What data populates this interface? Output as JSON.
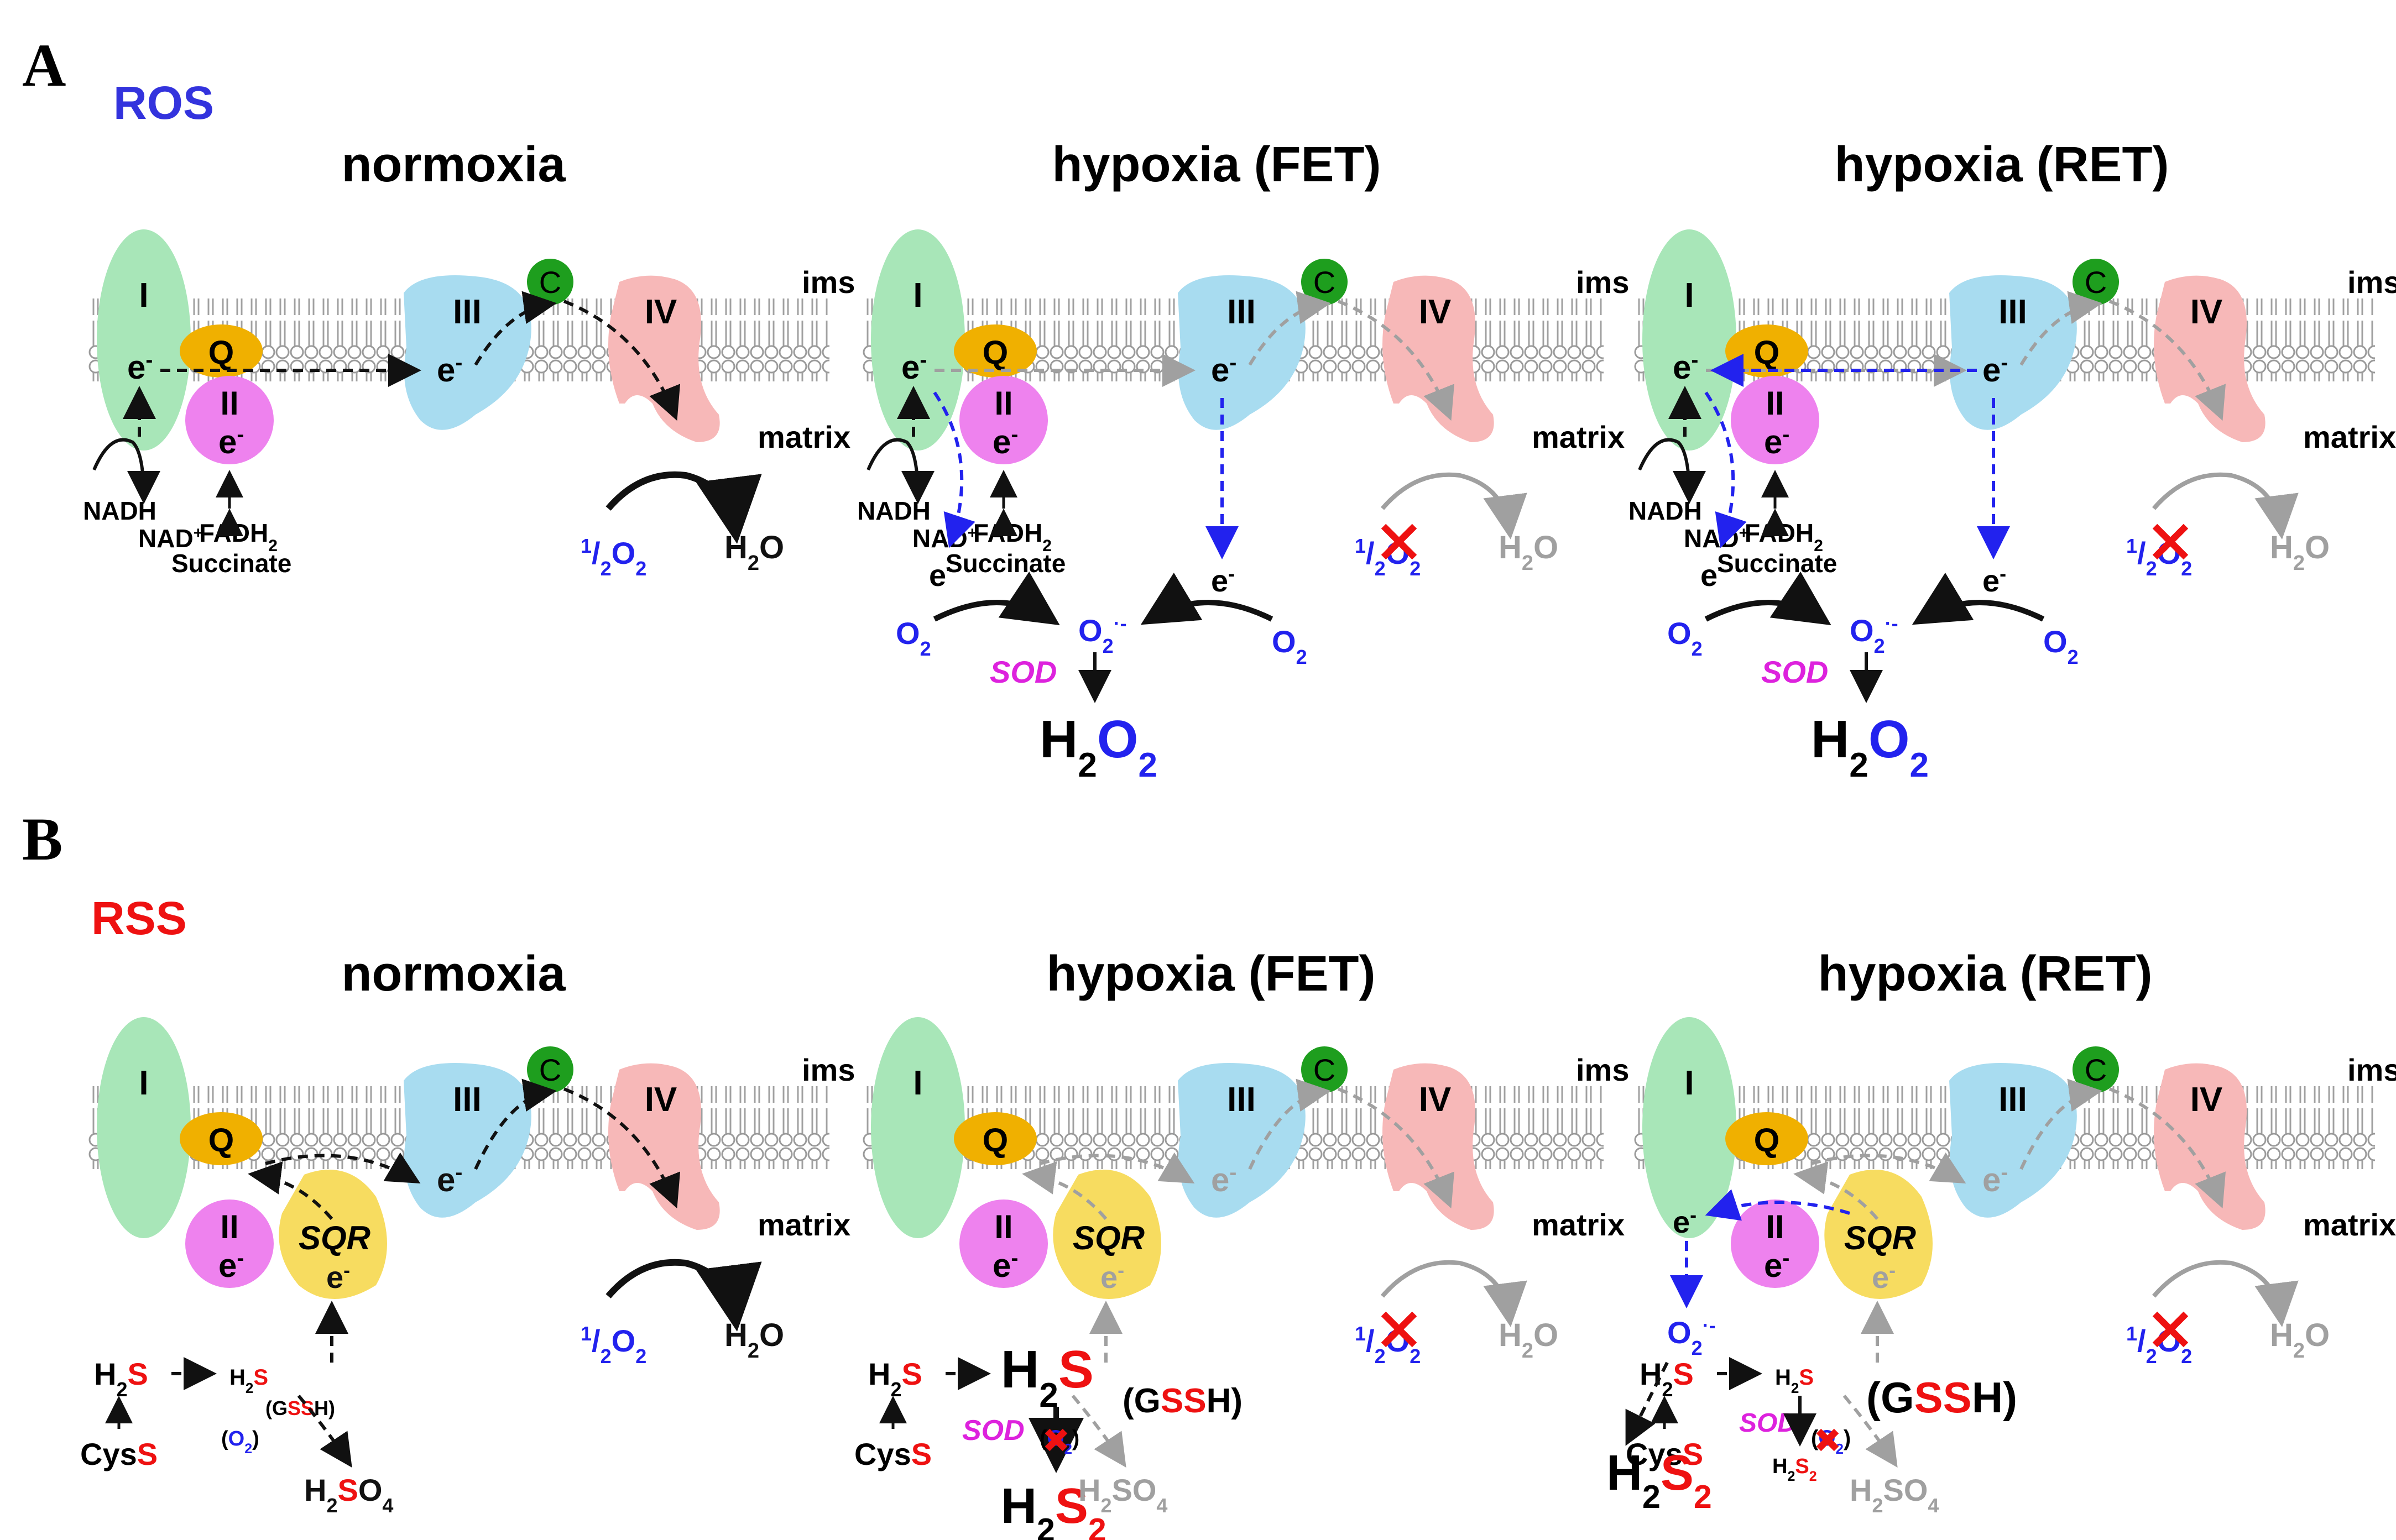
{
  "sections": [
    {
      "letter": "A",
      "tag": "ROS",
      "tag_color": "#3333dd"
    },
    {
      "letter": "B",
      "tag": "RSS",
      "tag_color": "#ee1111"
    }
  ],
  "panel_titles": [
    "normoxia",
    "hypoxia (FET)",
    "hypoxia (RET)"
  ],
  "complexes": {
    "I": "I",
    "II": "II",
    "III": "III",
    "IV": "IV",
    "Q": "Q",
    "C": "C",
    "SQR": "SQR"
  },
  "membrane_labels": {
    "ims": "ims",
    "matrix": "matrix"
  },
  "electron": "e",
  "electron_sup": "-",
  "species": {
    "nadh": "NADH",
    "nad": "NAD",
    "nad_sup": "+",
    "fadh": "FADH",
    "fadh_sub": "2",
    "succinate": "Succinate",
    "half": "1",
    "half_den": "2",
    "o": "O",
    "two": "2",
    "h": "H",
    "s": "S",
    "h2o_o": "O",
    "sod": "SOD",
    "superoxide_sup": "·-",
    "cys": "Cys",
    "g": "G",
    "ss": "SS",
    "paren_open": "(",
    "paren_close": ")",
    "so4": "SO",
    "four": "4"
  },
  "colors": {
    "complex_I": "#a8e6b8",
    "complex_II": "#ee82ee",
    "complex_III": "#a8dcf0",
    "complex_IV": "#f7b8b8",
    "Q": "#f0b000",
    "C": "#1e9e1e",
    "SQR": "#f7dc60",
    "blue": "#2222ee",
    "red": "#ee1111",
    "magenta": "#dd22dd",
    "grey": "#a0a0a0"
  }
}
